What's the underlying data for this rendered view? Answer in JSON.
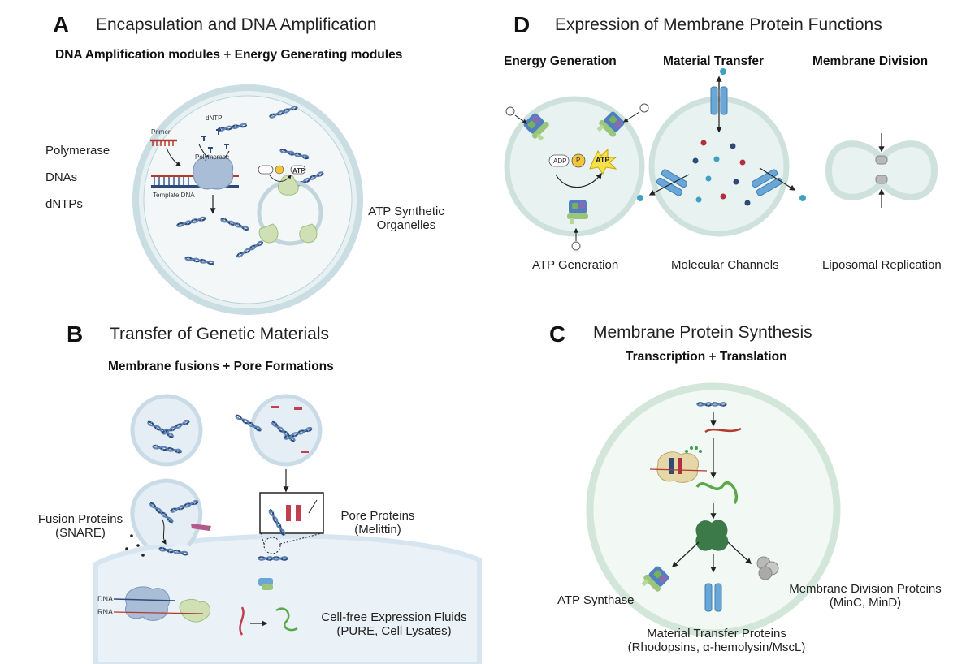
{
  "panelA": {
    "letter": "A",
    "title": "Encapsulation and DNA Amplification",
    "subtitle": "DNA Amplification modules + Energy Generating modules",
    "left_labels": [
      "Polymerase",
      "DNAs",
      "dNTPs"
    ],
    "right_label": [
      "ATP Synthetic",
      "Organelles"
    ],
    "inner": {
      "primer": "Primer",
      "dntp": "dNTP",
      "polymerase": "Polymerase",
      "template": "Template DNA",
      "atp": "ATP"
    }
  },
  "panelD": {
    "letter": "D",
    "title": "Expression of Membrane Protein Functions",
    "headers": [
      "Energy Generation",
      "Material Transfer",
      "Membrane Division"
    ],
    "captions": [
      "ATP Generation",
      "Molecular Channels",
      "Liposomal Replication"
    ],
    "inner": {
      "adp": "ADP",
      "p": "P",
      "atp": "ATP"
    }
  },
  "panelB": {
    "letter": "B",
    "title": "Transfer of Genetic Materials",
    "subtitle": "Membrane fusions + Pore Formations",
    "fusion": [
      "Fusion Proteins",
      "(SNARE)"
    ],
    "pore": [
      "Pore Proteins",
      "(Melittin)"
    ],
    "fluid": [
      "Cell-free Expression Fluids",
      "(PURE, Cell Lysates)"
    ],
    "inner": {
      "dna": "DNA",
      "rna": "RNA"
    }
  },
  "panelC": {
    "letter": "C",
    "title": "Membrane Protein Synthesis",
    "subtitle": "Transcription + Translation",
    "atp_synthase": "ATP Synthase",
    "division": [
      "Membrane Division Proteins",
      "(MinC, MinD)"
    ],
    "transfer": [
      "Material Transfer Proteins",
      "(Rhodopsins, α-hemolysin/MscL)"
    ]
  }
}
